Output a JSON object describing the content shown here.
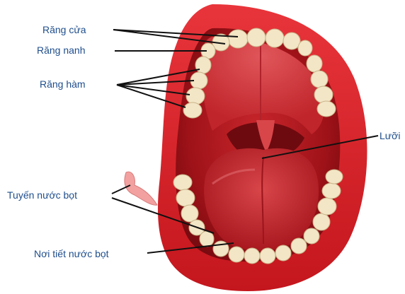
{
  "labels": {
    "incisors": "Răng cửa",
    "canine": "Răng nanh",
    "molars": "Răng hàm",
    "tongue": "Lưỡi",
    "salivary_gland": "Tuyến nước bọt",
    "saliva_outlet": "Nơi tiết nước bọt"
  },
  "colors": {
    "label_text": "#1f4e8c",
    "lip": "#d8232a",
    "mouth_interior": "#b0151c",
    "tongue": "#c42a2e",
    "teeth": "#f3e6c6",
    "leader_lines": "#111111"
  }
}
